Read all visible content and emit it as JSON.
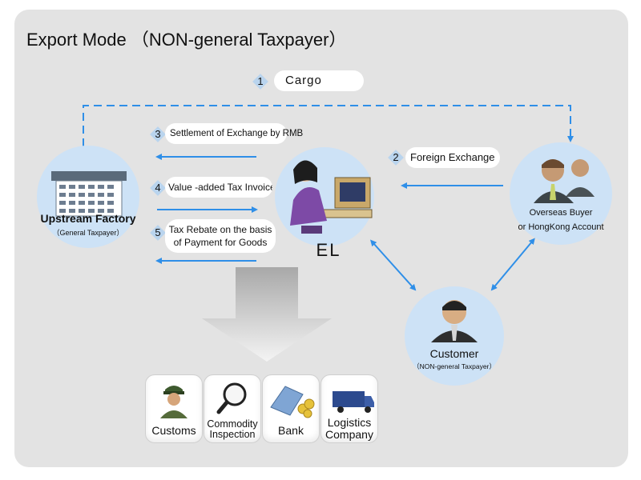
{
  "title": "Export Mode （NON-general Taxpayer）",
  "steps": [
    {
      "num": "1",
      "label": "Cargo"
    },
    {
      "num": "2",
      "label": "Foreign Exchange"
    },
    {
      "num": "3",
      "label": "Settlement of Exchange by RMB"
    },
    {
      "num": "4",
      "label": "Value -added Tax Invoice"
    },
    {
      "num": "5",
      "label_line1": "Tax Rebate on the basis",
      "label_line2": "of Payment for Goods"
    }
  ],
  "nodes": {
    "factory": {
      "name": "Upstream Factory",
      "sub": "（General Taxpayer）"
    },
    "el": {
      "name": "EL"
    },
    "buyer": {
      "line1": "Overseas Buyer",
      "line2": "or HongKong Account"
    },
    "customer": {
      "name": "Customer",
      "sub": "（NON-general Taxpayer）"
    }
  },
  "services": [
    {
      "label": "Customs",
      "icon": "customs-officer-icon"
    },
    {
      "label_line1": "Commodity",
      "label_line2": "Inspection",
      "icon": "magnifier-icon"
    },
    {
      "label": "Bank",
      "icon": "bank-card-coins-icon"
    },
    {
      "label_line1": "Logistics",
      "label_line2": "Company",
      "icon": "truck-icon"
    }
  ],
  "colors": {
    "panel": "#e3e3e3",
    "circle": "#cde2f6",
    "arrow": "#2f8fe8",
    "diamond": "#b9d4ee"
  }
}
